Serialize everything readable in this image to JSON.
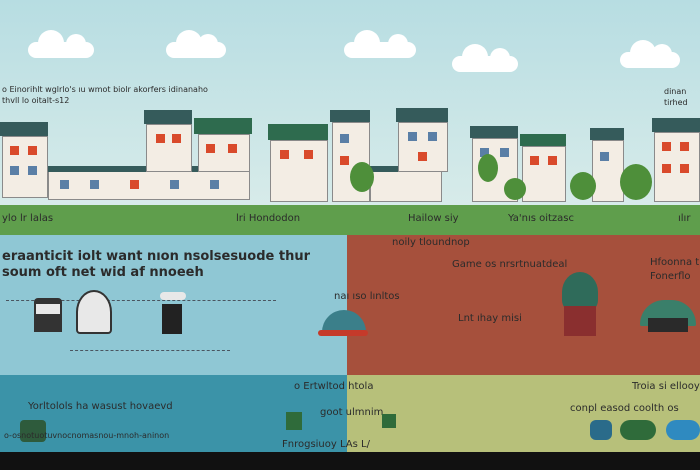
{
  "top_caption": {
    "line1": "o Einorihlt wglrlo's ıu wmot biolr akorfers idinanaho",
    "line2": "thvll lo oitalt-s12"
  },
  "right_caption": {
    "line1": "dinan",
    "line2": "tirhed"
  },
  "ground_labels": [
    "ylo lr lalas",
    "lri Hondodon",
    "Hailow siy",
    "Ya'nıs oitzasc",
    "ılır"
  ],
  "top_left": {
    "headline1": "eraanticit iolt want nıon nsolsesuode thur",
    "headline2": "soum oft net wid af nnoeeh"
  },
  "top_right": {
    "title": "noily tloundnop",
    "label_a": "Game os nrsrtnuatdeal",
    "label_b": "Hfoonna tla",
    "label_b2": "Fonerflo",
    "label_c": "Lnt ıhay misi"
  },
  "mid_label": "naı ıso lınltos",
  "bottom_left": {
    "title": "Yorltolols ha wasust hovaevd",
    "footer": "o-osnotuotuvnocnomasnou-mnoh-aninon"
  },
  "center_bottom": {
    "line1": "o Ertwltod htola",
    "line2": "goot ulmnim",
    "line3": "Fnrogsiuoy LAs L/"
  },
  "bottom_right": {
    "title": "Troia si ellooys",
    "label": "conpl easod coolth os"
  },
  "colors": {
    "sky": "#b7dde2",
    "ground": "#5f9e4c",
    "panel_top_left": "#8fc7d4",
    "panel_top_right": "#a6503c",
    "panel_bottom_left": "#3b93a8",
    "panel_bottom_right": "#b7c07a"
  }
}
